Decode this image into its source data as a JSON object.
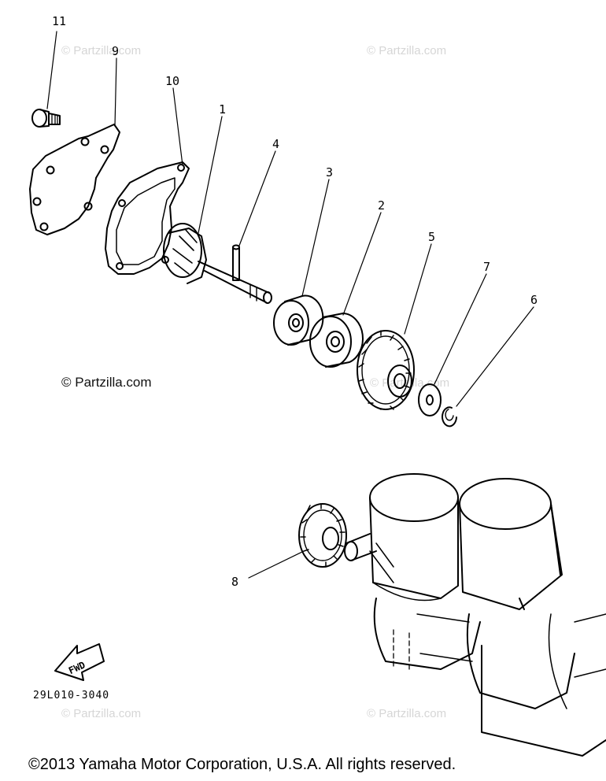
{
  "watermarks": {
    "top_left": "© Partzilla.com",
    "top_right": "© Partzilla.com",
    "middle_right": "© Partzilla.com",
    "bottom_left": "© Partzilla.com",
    "bottom_right": "© Partzilla.com"
  },
  "credit": "© Partzilla.com",
  "callouts": {
    "p1": "1",
    "p2": "2",
    "p3": "3",
    "p4": "4",
    "p5": "5",
    "p6": "6",
    "p7": "7",
    "p8": "8",
    "p9": "9",
    "p10": "10",
    "p11": "11"
  },
  "fwd_label": "FWD",
  "drawing_number": "29L010-3040",
  "copyright": "©2013  Yamaha Motor Corporation, U.S.A. All rights reserved."
}
